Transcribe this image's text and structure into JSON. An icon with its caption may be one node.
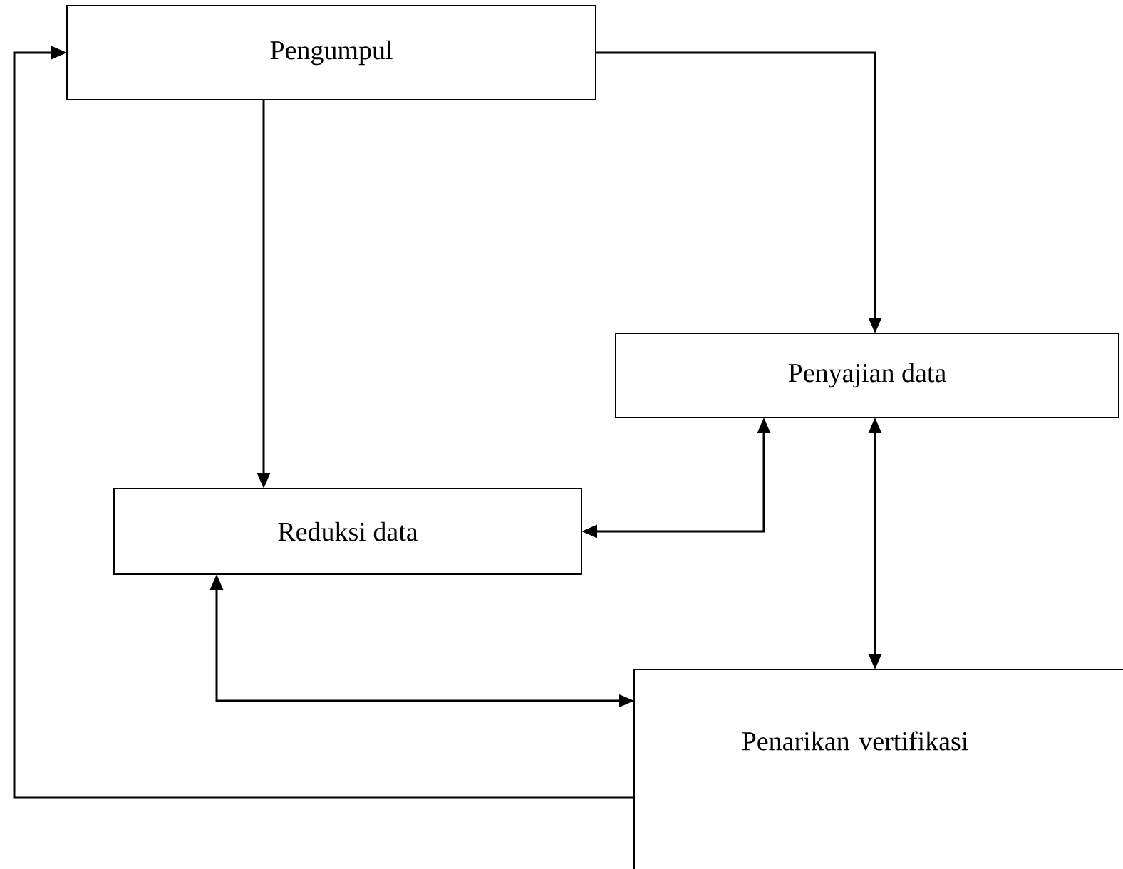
{
  "diagram": {
    "nodes": [
      {
        "text": [
          "Pengumpul"
        ]
      },
      {
        "text": [
          "Penyajian data"
        ]
      },
      {
        "text": [
          "Reduksi data"
        ]
      },
      {
        "text": [
          "Penarikan vertifikasi"
        ]
      }
    ],
    "edges": [
      {
        "from": 0,
        "to": 2,
        "arrow": "to"
      },
      {
        "from": 0,
        "to": 1,
        "arrow": "to"
      },
      {
        "from": 2,
        "to": 1,
        "arrow": "both"
      },
      {
        "from": 2,
        "to": 3,
        "arrow": "both"
      },
      {
        "from": 1,
        "to": 3,
        "arrow": "both"
      },
      {
        "from": 3,
        "to": 0,
        "arrow": "to"
      }
    ]
  }
}
